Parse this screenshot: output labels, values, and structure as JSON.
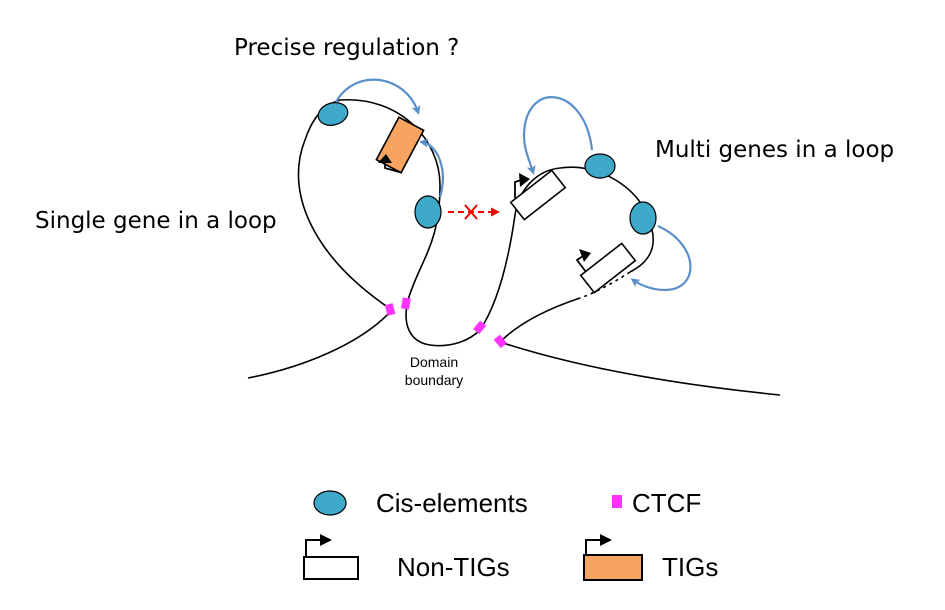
{
  "labels": {
    "precise_regulation": "Precise regulation ?",
    "multi_genes": "Multi genes in a loop",
    "single_gene": "Single gene in a loop",
    "domain_boundary_line1": "Domain",
    "domain_boundary_line2": "boundary"
  },
  "legend": {
    "cis_elements": "Cis-elements",
    "ctcf": "CTCF",
    "non_tigs": "Non-TIGs",
    "tigs": "TIGs"
  },
  "colors": {
    "cis_element": "#3fa9c9",
    "ctcf": "#ff33ff",
    "tig_fill": "#f6a460",
    "non_tig_fill": "#ffffff",
    "loop_arrow": "#5b8fc9",
    "blocked_interaction": "#ff0000",
    "chromatin": "#000000"
  },
  "icons": {
    "cis_element": "ellipse-icon",
    "ctcf": "square-icon",
    "gene": "promoter-arrow-box-icon",
    "blocked": "cross-icon"
  }
}
